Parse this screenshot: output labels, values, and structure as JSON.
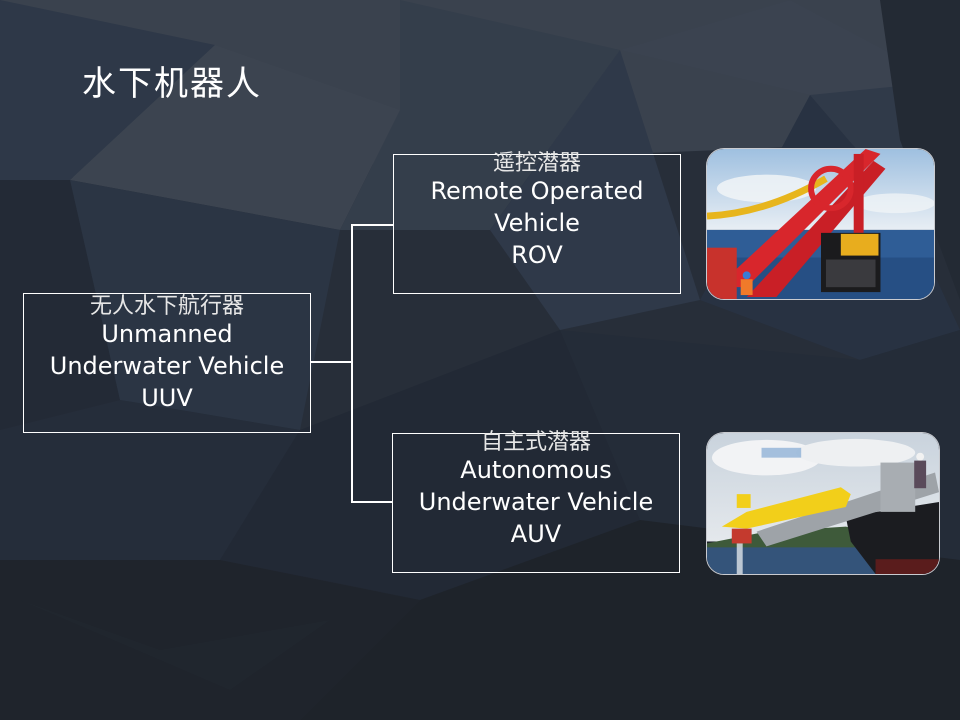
{
  "slide": {
    "title": "水下机器人",
    "background_colors": [
      "#3a4350",
      "#2d3848",
      "#232a35",
      "#1e2229"
    ]
  },
  "root": {
    "cn": "无人水下航行器",
    "en_line1": "Unmanned",
    "en_line2": "Underwater Vehicle",
    "abbr": "UUV"
  },
  "children": [
    {
      "cn": "遥控潜器",
      "en_line1": "Remote Operated",
      "en_line2": "Vehicle",
      "abbr": "ROV",
      "photo": "rov-launch-photo"
    },
    {
      "cn": "自主式潜器",
      "en_line1": "Autonomous",
      "en_line2": "Underwater Vehicle",
      "abbr": "AUV",
      "photo": "auv-launch-photo"
    }
  ],
  "colors": {
    "text": "#ffffff",
    "border": "#ffffff",
    "photo_border": "#c9cbd0"
  }
}
